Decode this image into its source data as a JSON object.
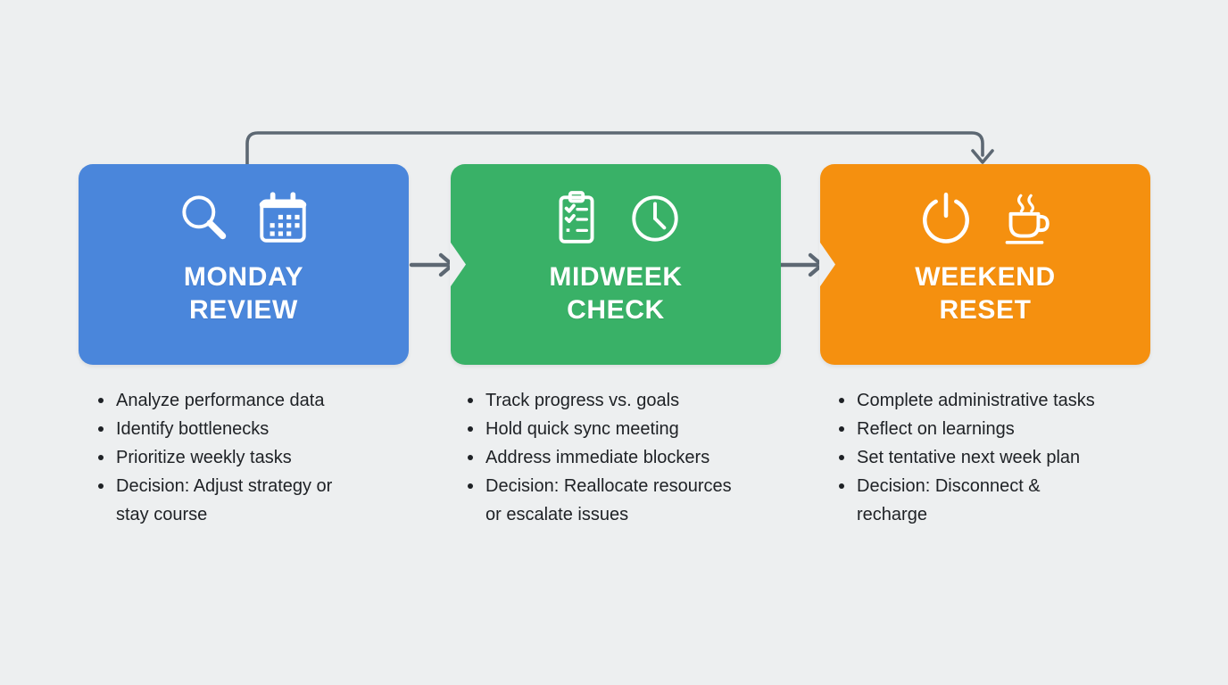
{
  "colors": {
    "background": "#edeff0",
    "connector": "#5d6873",
    "text": "#1e2125",
    "title_text": "#ffffff",
    "monday_blue": "#4a86db",
    "midweek_green": "#39b167",
    "weekend_orange": "#f5900f"
  },
  "stages": [
    {
      "id": "monday-review",
      "title_line1": "MONDAY",
      "title_line2": "REVIEW",
      "color": "#4a86db",
      "icons": [
        "search-icon",
        "calendar-icon"
      ],
      "bullets": [
        [
          "Analyze performance data"
        ],
        [
          "Identify bottlenecks"
        ],
        [
          "Prioritize weekly tasks"
        ],
        [
          "Decision: Adjust strategy or",
          "stay course"
        ]
      ]
    },
    {
      "id": "midweek-check",
      "title_line1": "MIDWEEK",
      "title_line2": "CHECK",
      "color": "#39b167",
      "icons": [
        "clipboard-icon",
        "clock-icon"
      ],
      "bullets": [
        [
          "Track progress vs. goals"
        ],
        [
          "Hold quick sync meeting"
        ],
        [
          "Address immediate blockers"
        ],
        [
          "Decision: Reallocate resources",
          "or escalate issues"
        ]
      ]
    },
    {
      "id": "weekend-reset",
      "title_line1": "WEEKEND",
      "title_line2": "RESET",
      "color": "#f5900f",
      "icons": [
        "power-icon",
        "coffee-icon"
      ],
      "bullets": [
        [
          "Complete administrative tasks"
        ],
        [
          "Reflect on learnings"
        ],
        [
          "Set tentative next week plan"
        ],
        [
          "Decision: Disconnect &",
          "recharge"
        ]
      ]
    }
  ]
}
